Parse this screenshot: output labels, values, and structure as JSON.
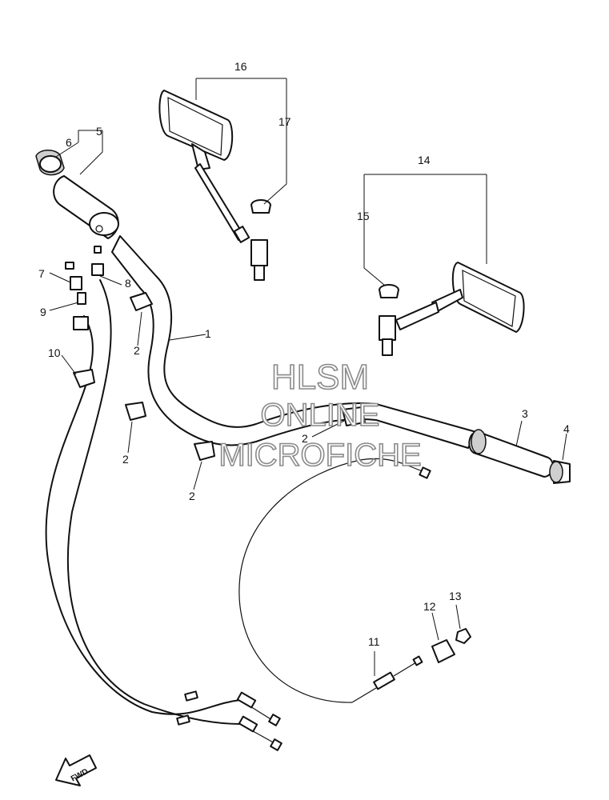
{
  "callouts": {
    "c1": "1",
    "c2a": "2",
    "c2b": "2",
    "c2c": "2",
    "c2d": "2",
    "c3": "3",
    "c4": "4",
    "c5": "5",
    "c6": "6",
    "c7": "7",
    "c8": "8",
    "c9": "9",
    "c10": "10",
    "c11": "11",
    "c12": "12",
    "c13": "13",
    "c14": "14",
    "c15": "15",
    "c16": "16",
    "c17": "17"
  },
  "watermark": {
    "line1": "HLSM",
    "line2": "ONLINE",
    "line3": "MICROFICHE"
  },
  "fwd_label": "FWD"
}
